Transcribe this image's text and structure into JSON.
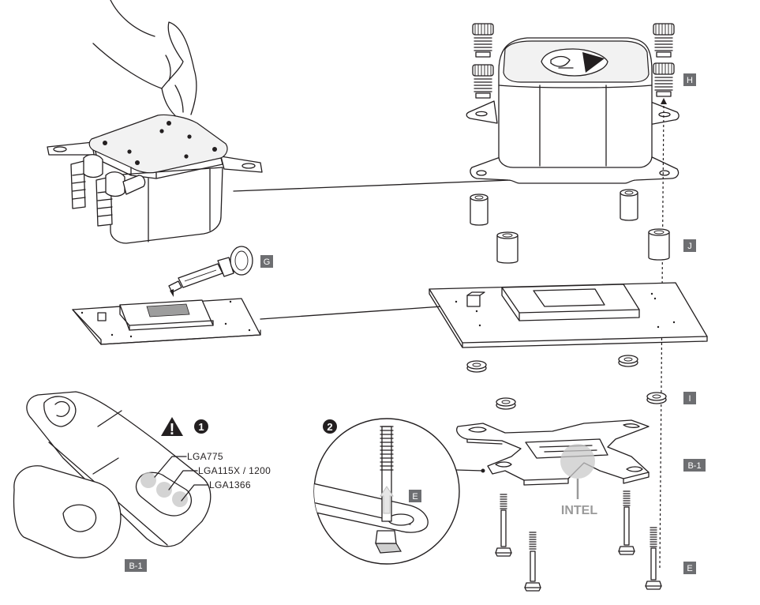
{
  "callouts": {
    "G": "G",
    "H": "H",
    "J": "J",
    "I": "I",
    "B1_right": "B-1",
    "B1_left": "B-1",
    "E_right": "E",
    "E_inset": "E"
  },
  "steps": {
    "step1": "1",
    "step2": "2"
  },
  "warning_symbol": "!",
  "socket_labels": {
    "lga775": "LGA775",
    "lga115x": "LGA115X / 1200",
    "lga1366": "LGA1366"
  },
  "platform_label": "INTEL",
  "colors": {
    "line": "#231f20",
    "tag_background": "#6d6e71",
    "intel_gray": "#9a9a9a",
    "thermal_paste": "#9d9d9d"
  },
  "icons": [
    "warning-icon",
    "step-1-badge",
    "step-2-badge",
    "arrow-up-icon"
  ]
}
